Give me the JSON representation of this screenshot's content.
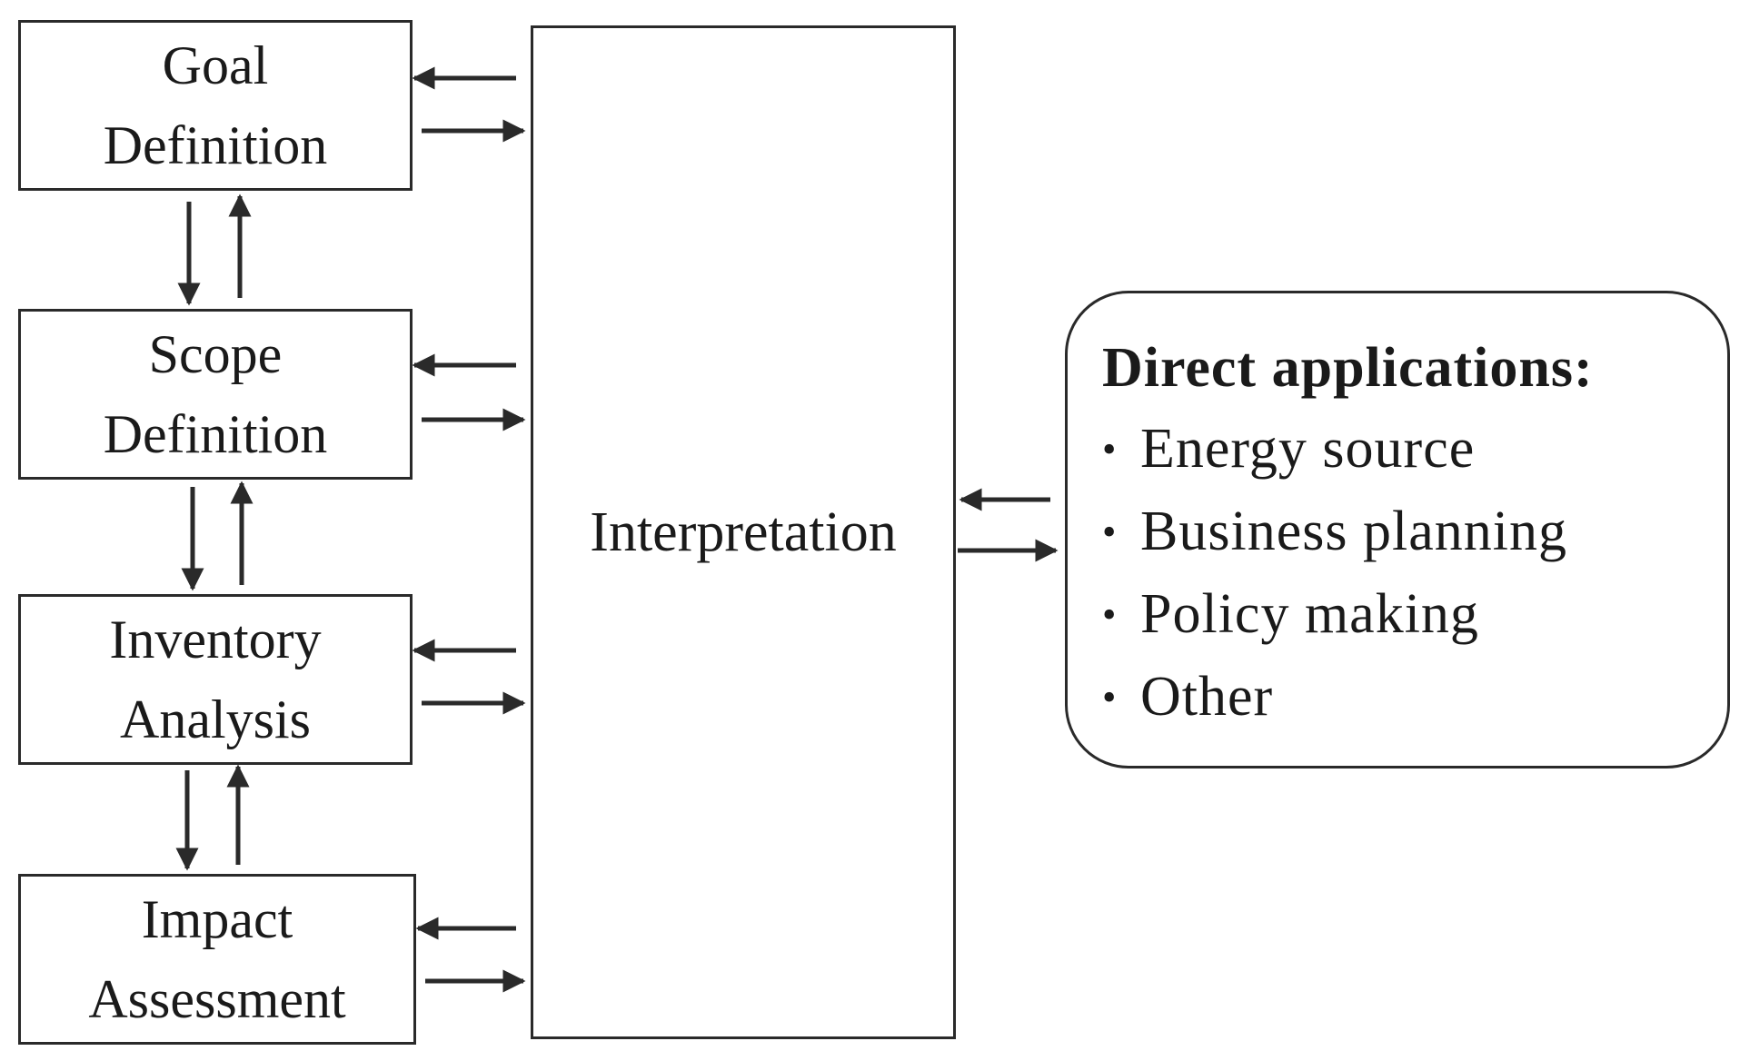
{
  "stages": [
    {
      "id": "goal",
      "line1": "Goal",
      "line2": "Definition"
    },
    {
      "id": "scope",
      "line1": "Scope",
      "line2": "Definition"
    },
    {
      "id": "inventory",
      "line1": "Inventory",
      "line2": "Analysis"
    },
    {
      "id": "impact",
      "line1": "Impact",
      "line2": "Assessment"
    }
  ],
  "interpretation": {
    "label": "Interpretation"
  },
  "applications": {
    "heading": "Direct applications:",
    "bullet": "•",
    "items": [
      "Energy  source",
      "Business  planning",
      "Policy  making",
      "Other"
    ]
  },
  "colors": {
    "stroke": "#2a2a2a",
    "text": "#1a1a1a",
    "background": "#ffffff"
  }
}
